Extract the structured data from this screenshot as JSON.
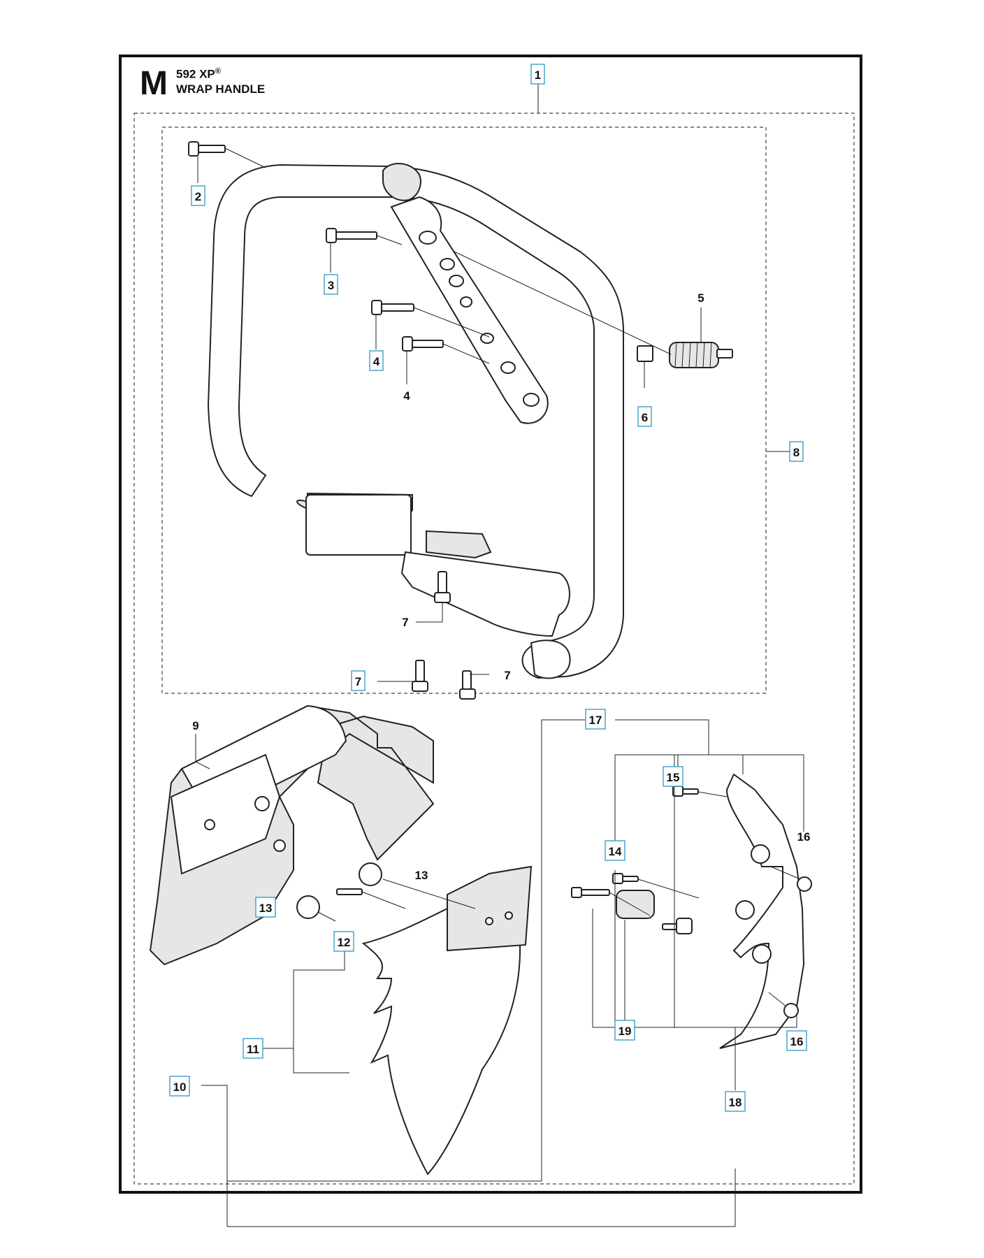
{
  "header": {
    "section_letter": "M",
    "model": "592 XP",
    "model_mark": "®",
    "title": "WRAP HANDLE"
  },
  "callouts": [
    {
      "id": "c1",
      "text": "1",
      "boxed": true
    },
    {
      "id": "c2",
      "text": "2",
      "boxed": true
    },
    {
      "id": "c3",
      "text": "3",
      "boxed": true
    },
    {
      "id": "c4a",
      "text": "4",
      "boxed": true
    },
    {
      "id": "c4b",
      "text": "4",
      "boxed": false
    },
    {
      "id": "c5",
      "text": "5",
      "boxed": false
    },
    {
      "id": "c6",
      "text": "6",
      "boxed": true
    },
    {
      "id": "c7a",
      "text": "7",
      "boxed": false
    },
    {
      "id": "c7b",
      "text": "7",
      "boxed": true
    },
    {
      "id": "c7c",
      "text": "7",
      "boxed": false
    },
    {
      "id": "c8",
      "text": "8",
      "boxed": true
    },
    {
      "id": "c9",
      "text": "9",
      "boxed": false
    },
    {
      "id": "c10",
      "text": "10",
      "boxed": true
    },
    {
      "id": "c11",
      "text": "11",
      "boxed": true
    },
    {
      "id": "c12",
      "text": "12",
      "boxed": true
    },
    {
      "id": "c13a",
      "text": "13",
      "boxed": false
    },
    {
      "id": "c13b",
      "text": "13",
      "boxed": true
    },
    {
      "id": "c14",
      "text": "14",
      "boxed": true
    },
    {
      "id": "c15",
      "text": "15",
      "boxed": true
    },
    {
      "id": "c16a",
      "text": "16",
      "boxed": false
    },
    {
      "id": "c16b",
      "text": "16",
      "boxed": true
    },
    {
      "id": "c17",
      "text": "17",
      "boxed": true
    },
    {
      "id": "c18",
      "text": "18",
      "boxed": true
    },
    {
      "id": "c19",
      "text": "19",
      "boxed": true
    }
  ]
}
